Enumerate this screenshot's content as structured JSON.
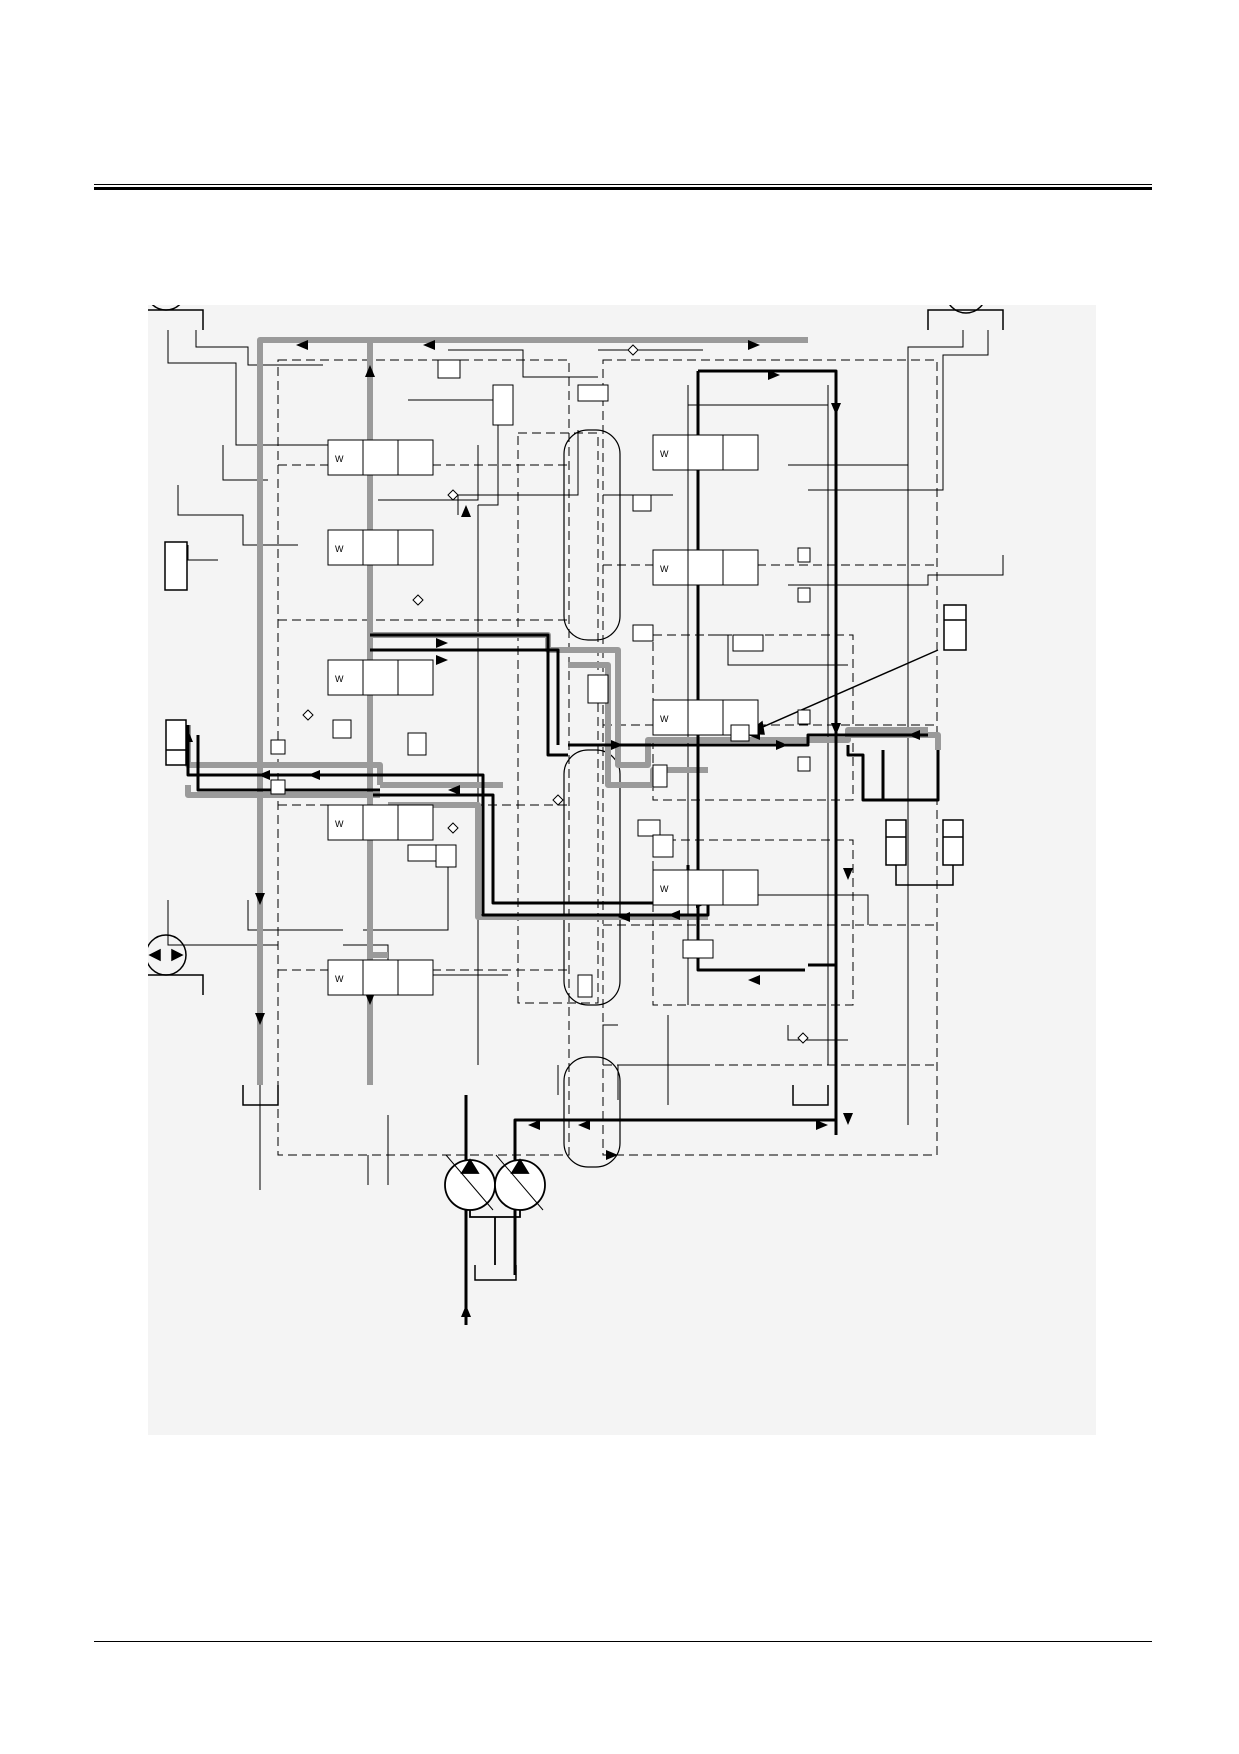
{
  "page": {
    "has_header_rule": true,
    "has_footer_rule": true
  },
  "schematic": {
    "subject": "hydraulic-circuit",
    "background_color": "#f4f4f4",
    "line_color": "#000000",
    "highlight_line_color": "#555555",
    "components": {
      "hydraulic_motors": 3,
      "single_cylinders": 2,
      "twin_cylinders": 1,
      "directional_valves_left_bank": 5,
      "directional_valves_right_bank": 4,
      "pumps": 2,
      "tanks": 3,
      "accumulator": 1
    },
    "valve_spring_labels": [
      "W",
      "W",
      "W",
      "W",
      "W",
      "W",
      "W",
      "W",
      "W"
    ]
  }
}
